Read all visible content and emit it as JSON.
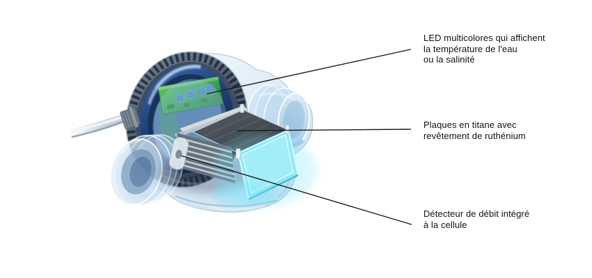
{
  "annotations": [
    {
      "id": "led",
      "text": "LED multicolores qui affichent\nla température de l'eau\nou la salinité"
    },
    {
      "id": "plates",
      "text": "Plaques en titane avec\nrevêtement de ruthénium"
    },
    {
      "id": "flow",
      "text": "Détecteur de débit intégré\nà la cellule"
    }
  ],
  "colors": {
    "background": "#ffffff",
    "label_text": "#111111",
    "leader_line": "#1a1a1a",
    "pcb_green": "#3aa644",
    "led_blue": "#4f86dd",
    "plate_grey": "#454a50",
    "glow_cyan": "#8eeaf6",
    "cap_navy": "#16335c",
    "glass_blue": "#aecde6",
    "cable_grey": "#c6d1da"
  }
}
